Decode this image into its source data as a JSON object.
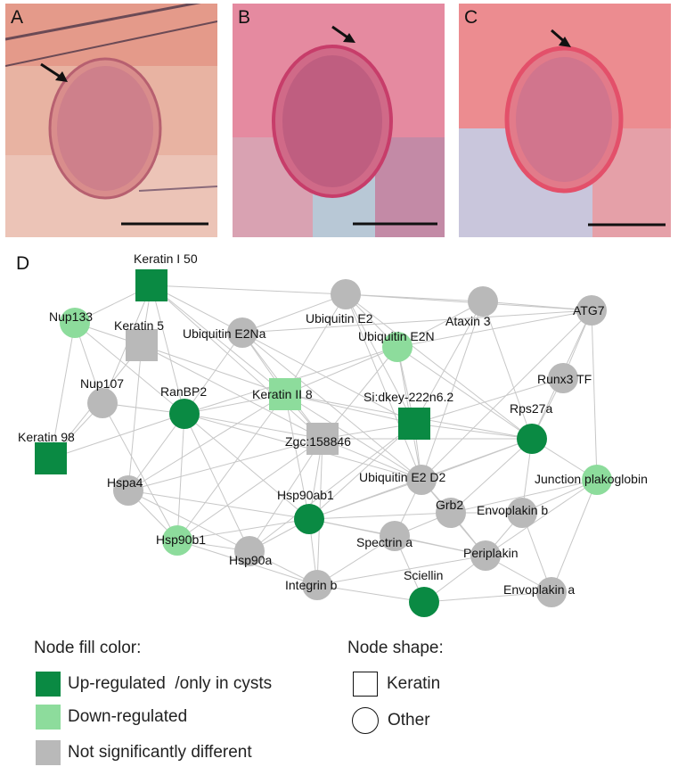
{
  "panels": [
    {
      "letter": "A",
      "image": "histology micrograph of cyst with arrow and scale bar"
    },
    {
      "letter": "B",
      "image": "histology micrograph of cyst with arrow and scale bar"
    },
    {
      "letter": "C",
      "image": "histology micrograph of cyst with arrow and scale bar"
    }
  ],
  "network": {
    "letter": "D",
    "colors": {
      "up": "#0a8a43",
      "down": "#8ddc9c",
      "ns": "#b9b9b9",
      "edge": "#c7c7c7"
    },
    "nodes": [
      {
        "id": "keratin150",
        "label": "Keratin I 50",
        "shape": "square",
        "status": "up"
      },
      {
        "id": "nup133",
        "label": "Nup133",
        "shape": "circle",
        "status": "down"
      },
      {
        "id": "keratin5",
        "label": "Keratin 5",
        "shape": "square",
        "status": "ns"
      },
      {
        "id": "ubiE2na",
        "label": "Ubiquitin E2Na",
        "shape": "circle",
        "status": "ns"
      },
      {
        "id": "ubiE2",
        "label": "Ubiquitin E2",
        "shape": "circle",
        "status": "ns"
      },
      {
        "id": "ataxin3",
        "label": "Ataxin 3",
        "shape": "circle",
        "status": "ns"
      },
      {
        "id": "atg7",
        "label": "ATG7",
        "shape": "circle",
        "status": "ns"
      },
      {
        "id": "ubiE2n",
        "label": "Ubiquitin E2N",
        "shape": "circle",
        "status": "down"
      },
      {
        "id": "runx3",
        "label": "Runx3 TF",
        "shape": "circle",
        "status": "ns"
      },
      {
        "id": "nup107",
        "label": "Nup107",
        "shape": "circle",
        "status": "ns"
      },
      {
        "id": "ranbp2",
        "label": "RanBP2",
        "shape": "circle",
        "status": "up"
      },
      {
        "id": "keratin8",
        "label": "Keratin II 8",
        "shape": "square",
        "status": "down"
      },
      {
        "id": "sidkey",
        "label": "Si:dkey-222n6.2",
        "shape": "square",
        "status": "up"
      },
      {
        "id": "rps27a",
        "label": "Rps27a",
        "shape": "circle",
        "status": "up"
      },
      {
        "id": "keratin98",
        "label": "Keratin 98",
        "shape": "square",
        "status": "up"
      },
      {
        "id": "zgc",
        "label": "Zgc:158846",
        "shape": "square",
        "status": "ns"
      },
      {
        "id": "junction",
        "label": "Junction plakoglobin",
        "shape": "circle",
        "status": "down"
      },
      {
        "id": "hspa4",
        "label": "Hspa4",
        "shape": "circle",
        "status": "ns"
      },
      {
        "id": "ubiE2d2",
        "label": "Ubiquitin E2 D2",
        "shape": "circle",
        "status": "ns"
      },
      {
        "id": "hsp90ab1",
        "label": "Hsp90ab1",
        "shape": "circle",
        "status": "up"
      },
      {
        "id": "grb2",
        "label": "Grb2",
        "shape": "circle",
        "status": "ns"
      },
      {
        "id": "envoplakinb",
        "label": "Envoplakin b",
        "shape": "circle",
        "status": "ns"
      },
      {
        "id": "hsp90b1",
        "label": "Hsp90b1",
        "shape": "circle",
        "status": "down"
      },
      {
        "id": "spectrina",
        "label": "Spectrin a",
        "shape": "circle",
        "status": "ns"
      },
      {
        "id": "periplakin",
        "label": "Periplakin",
        "shape": "circle",
        "status": "ns"
      },
      {
        "id": "hsp90a",
        "label": "Hsp90a",
        "shape": "circle",
        "status": "ns"
      },
      {
        "id": "integrinb",
        "label": "Integrin b",
        "shape": "circle",
        "status": "ns"
      },
      {
        "id": "sciellin",
        "label": "Sciellin",
        "shape": "circle",
        "status": "up"
      },
      {
        "id": "envoplakina",
        "label": "Envoplakin a",
        "shape": "circle",
        "status": "ns"
      }
    ],
    "edges": [
      [
        "keratin150",
        "nup133"
      ],
      [
        "keratin150",
        "keratin5"
      ],
      [
        "keratin150",
        "nup107"
      ],
      [
        "keratin150",
        "ranbp2"
      ],
      [
        "keratin150",
        "keratin8"
      ],
      [
        "keratin150",
        "ubiE2"
      ],
      [
        "keratin150",
        "ubiE2na"
      ],
      [
        "keratin150",
        "zgc"
      ],
      [
        "nup133",
        "nup107"
      ],
      [
        "nup133",
        "keratin98"
      ],
      [
        "nup133",
        "ranbp2"
      ],
      [
        "nup133",
        "keratin5"
      ],
      [
        "keratin5",
        "keratin98"
      ],
      [
        "keratin5",
        "keratin8"
      ],
      [
        "keratin5",
        "hspa4"
      ],
      [
        "keratin5",
        "zgc"
      ],
      [
        "nup107",
        "ranbp2"
      ],
      [
        "nup107",
        "keratin98"
      ],
      [
        "nup107",
        "hsp90b1"
      ],
      [
        "ranbp2",
        "keratin98"
      ],
      [
        "ranbp2",
        "hspa4"
      ],
      [
        "ranbp2",
        "hsp90b1"
      ],
      [
        "ranbp2",
        "hsp90a"
      ],
      [
        "ranbp2",
        "hsp90ab1"
      ],
      [
        "ranbp2",
        "keratin8"
      ],
      [
        "ranbp2",
        "ubiE2na"
      ],
      [
        "ranbp2",
        "zgc"
      ],
      [
        "ranbp2",
        "ubiE2n"
      ],
      [
        "ranbp2",
        "ubiE2d2"
      ],
      [
        "ubiE2na",
        "ubiE2"
      ],
      [
        "ubiE2na",
        "keratin8"
      ],
      [
        "ubiE2na",
        "ubiE2d2"
      ],
      [
        "ubiE2na",
        "sidkey"
      ],
      [
        "ubiE2na",
        "atg7"
      ],
      [
        "ubiE2na",
        "zgc"
      ],
      [
        "ubiE2",
        "ataxin3"
      ],
      [
        "ubiE2",
        "atg7"
      ],
      [
        "ubiE2",
        "ubiE2n"
      ],
      [
        "ubiE2",
        "keratin8"
      ],
      [
        "ubiE2",
        "sidkey"
      ],
      [
        "ubiE2",
        "rps27a"
      ],
      [
        "ubiE2",
        "ubiE2d2"
      ],
      [
        "ataxin3",
        "atg7"
      ],
      [
        "ataxin3",
        "ubiE2n"
      ],
      [
        "ataxin3",
        "sidkey"
      ],
      [
        "ataxin3",
        "rps27a"
      ],
      [
        "ataxin3",
        "ubiE2d2"
      ],
      [
        "atg7",
        "ubiE2n"
      ],
      [
        "atg7",
        "runx3"
      ],
      [
        "atg7",
        "rps27a"
      ],
      [
        "atg7",
        "junction"
      ],
      [
        "atg7",
        "ubiE2d2"
      ],
      [
        "ubiE2n",
        "sidkey"
      ],
      [
        "ubiE2n",
        "ubiE2d2"
      ],
      [
        "ubiE2n",
        "rps27a"
      ],
      [
        "ubiE2n",
        "keratin8"
      ],
      [
        "ubiE2n",
        "zgc"
      ],
      [
        "runx3",
        "rps27a"
      ],
      [
        "runx3",
        "sidkey"
      ],
      [
        "keratin8",
        "sidkey"
      ],
      [
        "keratin8",
        "zgc"
      ],
      [
        "keratin8",
        "hsp90ab1"
      ],
      [
        "keratin8",
        "hspa4"
      ],
      [
        "keratin8",
        "hsp90b1"
      ],
      [
        "keratin8",
        "rps27a"
      ],
      [
        "keratin8",
        "ubiE2d2"
      ],
      [
        "sidkey",
        "rps27a"
      ],
      [
        "sidkey",
        "zgc"
      ],
      [
        "sidkey",
        "ubiE2d2"
      ],
      [
        "sidkey",
        "hsp90ab1"
      ],
      [
        "sidkey",
        "hsp90a"
      ],
      [
        "rps27a",
        "ubiE2d2"
      ],
      [
        "rps27a",
        "zgc"
      ],
      [
        "rps27a",
        "grb2"
      ],
      [
        "rps27a",
        "hsp90ab1"
      ],
      [
        "rps27a",
        "junction"
      ],
      [
        "rps27a",
        "envoplakinb"
      ],
      [
        "zgc",
        "hsp90ab1"
      ],
      [
        "zgc",
        "hspa4"
      ],
      [
        "zgc",
        "hsp90b1"
      ],
      [
        "zgc",
        "hsp90a"
      ],
      [
        "zgc",
        "ubiE2d2"
      ],
      [
        "zgc",
        "integrinb"
      ],
      [
        "junction",
        "envoplakinb"
      ],
      [
        "junction",
        "periplakin"
      ],
      [
        "junction",
        "envoplakina"
      ],
      [
        "junction",
        "grb2"
      ],
      [
        "hspa4",
        "hsp90b1"
      ],
      [
        "hspa4",
        "hsp90a"
      ],
      [
        "hspa4",
        "hsp90ab1"
      ],
      [
        "ubiE2d2",
        "grb2"
      ],
      [
        "ubiE2d2",
        "hsp90ab1"
      ],
      [
        "ubiE2d2",
        "spectrina"
      ],
      [
        "ubiE2d2",
        "periplakin"
      ],
      [
        "hsp90ab1",
        "hsp90b1"
      ],
      [
        "hsp90ab1",
        "hsp90a"
      ],
      [
        "hsp90ab1",
        "grb2"
      ],
      [
        "hsp90ab1",
        "integrinb"
      ],
      [
        "hsp90ab1",
        "spectrina"
      ],
      [
        "hsp90ab1",
        "periplakin"
      ],
      [
        "grb2",
        "spectrina"
      ],
      [
        "grb2",
        "envoplakinb"
      ],
      [
        "grb2",
        "periplakin"
      ],
      [
        "envoplakinb",
        "periplakin"
      ],
      [
        "envoplakinb",
        "envoplakina"
      ],
      [
        "hsp90b1",
        "hsp90a"
      ],
      [
        "hsp90b1",
        "integrinb"
      ],
      [
        "spectrina",
        "periplakin"
      ],
      [
        "spectrina",
        "integrinb"
      ],
      [
        "spectrina",
        "sciellin"
      ],
      [
        "periplakin",
        "envoplakina"
      ],
      [
        "periplakin",
        "sciellin"
      ],
      [
        "periplakin",
        "integrinb"
      ],
      [
        "hsp90a",
        "integrinb"
      ],
      [
        "sciellin",
        "envoplakina"
      ],
      [
        "sciellin",
        "integrinb"
      ]
    ]
  },
  "legend": {
    "fill_title": "Node fill color:",
    "fill_items": [
      {
        "label": "Up-regulated  /only in cysts",
        "color": "#0a8a43"
      },
      {
        "label": "Down-regulated",
        "color": "#8ddc9c"
      },
      {
        "label": "Not significantly different",
        "color": "#b9b9b9"
      }
    ],
    "shape_title": "Node shape:",
    "shape_items": [
      {
        "label": "Keratin",
        "shape": "square"
      },
      {
        "label": "Other",
        "shape": "circle"
      }
    ]
  }
}
